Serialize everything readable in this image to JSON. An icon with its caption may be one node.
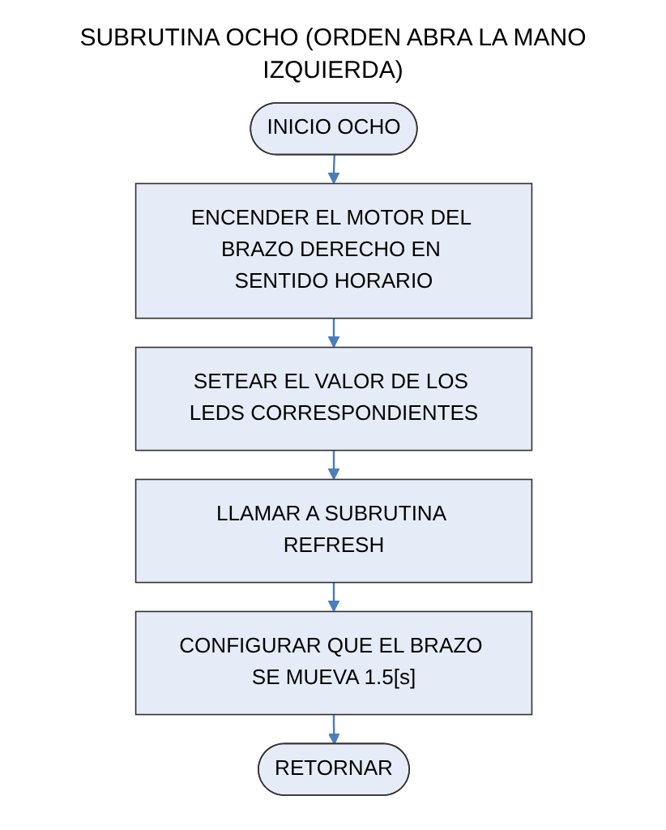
{
  "diagram": {
    "title": "SUBRUTINA OCHO (ORDEN ABRA LA MANO IZQUIERDA)",
    "nodes": [
      {
        "text": [
          "INICIO OCHO"
        ]
      },
      {
        "text": [
          "ENCENDER EL MOTOR DEL BRAZO DERECHO EN SENTIDO HORARIO"
        ]
      },
      {
        "text": [
          "SETEAR EL VALOR DE LOS LEDS CORRESPONDIENTES"
        ]
      },
      {
        "text": [
          "LLAMAR A SUBRUTINA REFRESH"
        ]
      },
      {
        "text": [
          "CONFIGURAR QUE EL BRAZO SE MUEVA 1.5[s]"
        ]
      },
      {
        "text": [
          "RETORNAR"
        ]
      }
    ],
    "edges": [
      {
        "from": 0,
        "to": 1,
        "arrow": "to"
      },
      {
        "from": 1,
        "to": 2,
        "arrow": "to"
      },
      {
        "from": 2,
        "to": 3,
        "arrow": "to"
      },
      {
        "from": 3,
        "to": 4,
        "arrow": "to"
      },
      {
        "from": 4,
        "to": 5,
        "arrow": "to"
      }
    ]
  }
}
